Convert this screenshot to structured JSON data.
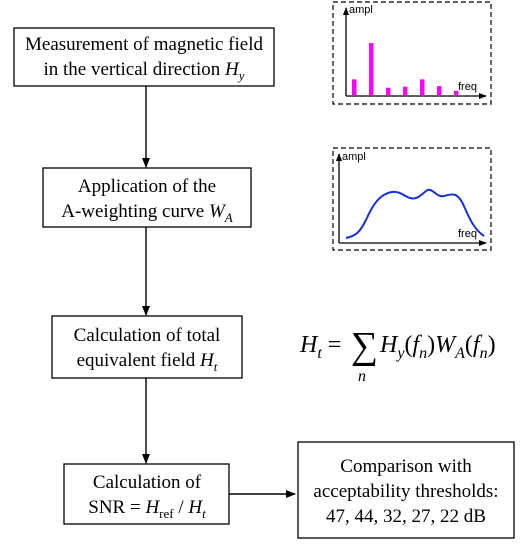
{
  "flow": {
    "step1": {
      "line1": "Measurement of magnetic field",
      "line2_text": "in the vertical direction ",
      "line2_var": "H",
      "line2_sub": "y"
    },
    "step2": {
      "line1": "Application of the",
      "line2_text": "A-weighting curve ",
      "line2_var": "W",
      "line2_sub": "A"
    },
    "step3": {
      "line1": "Calculation of total",
      "line2_text": "equivalent field ",
      "line2_var": "H",
      "line2_sub": "t"
    },
    "step4": {
      "line1": "Calculation of",
      "line2_pre": "SNR = ",
      "line2_var1": "H",
      "line2_sub1": "ref",
      "line2_slash": " / ",
      "line2_var2": "H",
      "line2_sub2": "t"
    },
    "step5": {
      "line1": "Comparison with",
      "line2": "acceptability thresholds:",
      "line3": "47, 44, 32, 27, 22 dB"
    }
  },
  "spectrum_panel": {
    "ylabel": "ampl",
    "xlabel": "freq",
    "bar_color": "#ff00ff",
    "bar_values": [
      0.3,
      1.0,
      0.14,
      0.16,
      0.3,
      0.17,
      0.08
    ]
  },
  "weighting_panel": {
    "ylabel": "ampl",
    "xlabel": "freq",
    "curve_color": "#1a2fd0"
  },
  "formula": {
    "lhs_var": "H",
    "lhs_sub": "t",
    "equals": " = ",
    "sum_symbol": "∑",
    "sum_index": "n",
    "term1_var": "H",
    "term1_sub": "y",
    "term1_arg_open": "(",
    "term1_arg_var": "f",
    "term1_arg_sub": "n",
    "term1_arg_close": ")",
    "term2_var": "W",
    "term2_sub": "A",
    "term2_arg_open": "(",
    "term2_arg_var": "f",
    "term2_arg_sub": "n",
    "term2_arg_close": ")"
  }
}
